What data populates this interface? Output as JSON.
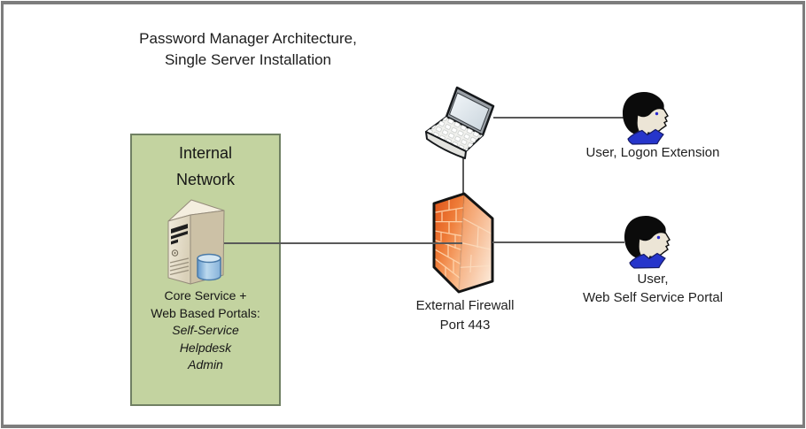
{
  "title": {
    "line1": "Password Manager Architecture,",
    "line2": "Single Server Installation"
  },
  "internal_network": {
    "label_line1": "Internal",
    "label_line2": "Network",
    "fill_color": "#c3d3a0",
    "border_color": "#708063",
    "server": {
      "icon": "server-with-database-icon",
      "caption_line1": "Core Service +",
      "caption_line2": "Web Based Portals:",
      "portals": [
        "Self-Service",
        "Helpdesk",
        "Admin"
      ]
    }
  },
  "laptop": {
    "icon": "laptop-icon"
  },
  "firewall": {
    "icon": "firewall-brick-wall-icon",
    "accent_color": "#e8682a",
    "label_line1": "External Firewall",
    "label_line2": "Port 443"
  },
  "users": [
    {
      "icon": "user-head-icon",
      "lines": [
        "User, Logon Extension"
      ]
    },
    {
      "icon": "user-head-icon",
      "lines": [
        "User,",
        "Web Self Service Portal"
      ]
    }
  ],
  "connectors": {
    "color": "#595959"
  }
}
